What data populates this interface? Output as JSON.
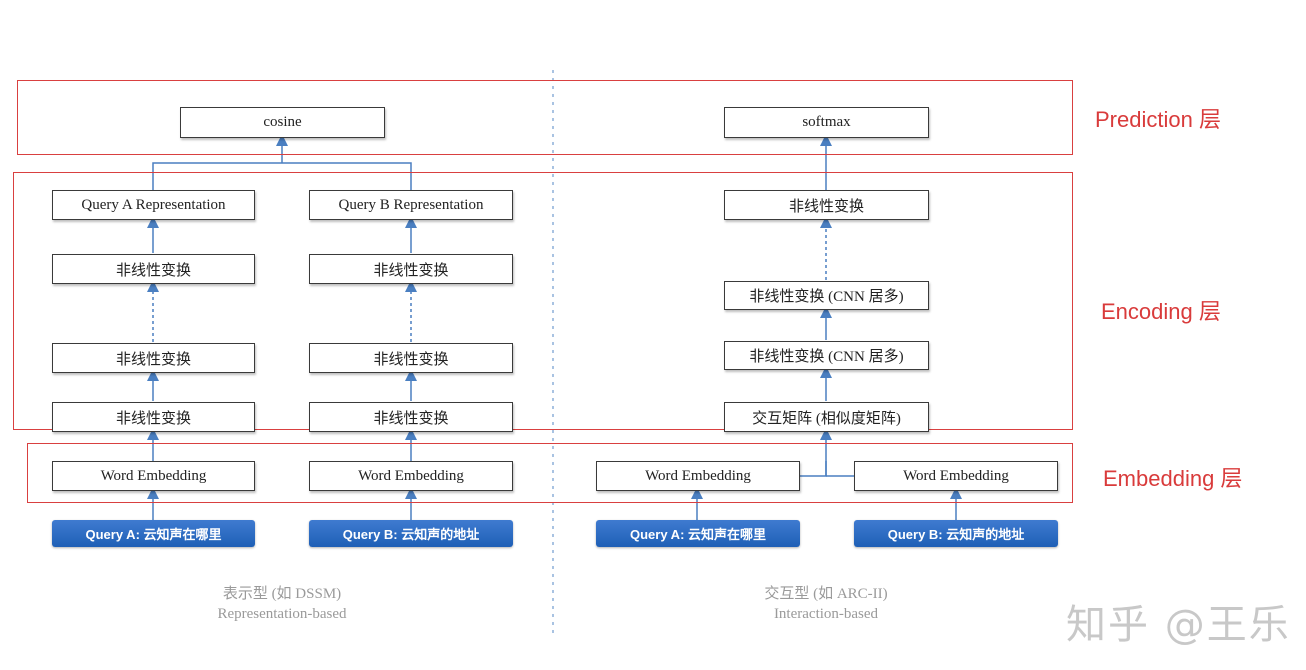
{
  "layers": {
    "prediction": "Prediction 层",
    "encoding": "Encoding 层",
    "embedding": "Embedding 层"
  },
  "left": {
    "cosine": "cosine",
    "query_a_repr": "Query A Representation",
    "query_b_repr": "Query B Representation",
    "nonlinear": "非线性变换",
    "word_embedding": "Word  Embedding",
    "query_a": "Query A: 云知声在哪里",
    "query_b": "Query B: 云知声的地址",
    "caption_cn": "表示型 (如 DSSM)",
    "caption_en": "Representation-based"
  },
  "right": {
    "softmax": "softmax",
    "nonlinear": "非线性变换",
    "cnn1": "非线性变换 (CNN 居多)",
    "cnn2": "非线性变换 (CNN 居多)",
    "matrix": "交互矩阵 (相似度矩阵)",
    "word_embedding": "Word  Embedding",
    "query_a": "Query A: 云知声在哪里",
    "query_b": "Query B: 云知声的地址",
    "caption_cn": "交互型 (如 ARC-II)",
    "caption_en": "Interaction-based"
  },
  "watermark": "知乎 @王乐",
  "colors": {
    "arrow": "#4a7fc1",
    "region": "#d94040",
    "label": "#d93b3b",
    "button": "#2a6cc4"
  }
}
